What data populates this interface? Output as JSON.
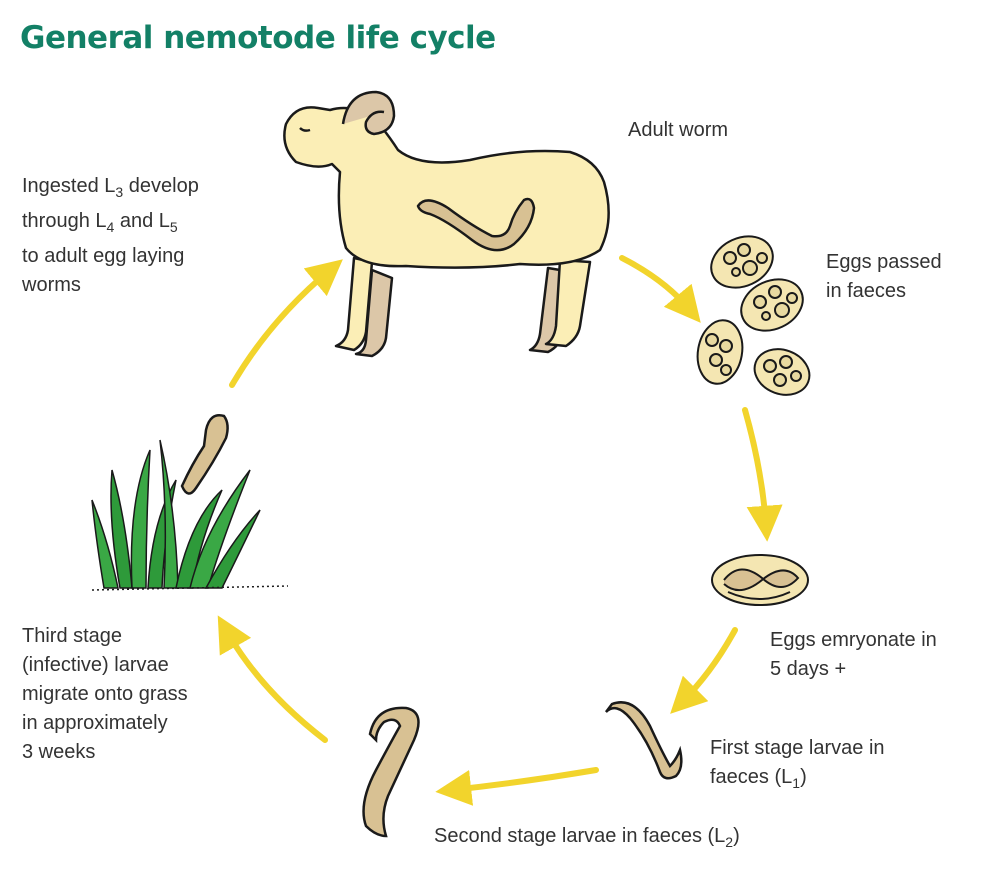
{
  "title": "General nemotode life cycle",
  "labels": {
    "adult": "Adult worm",
    "eggs_passed": [
      "Eggs passed",
      "in faeces"
    ],
    "embryonate": [
      "Eggs emryonate in",
      "5 days +"
    ],
    "first_stage": {
      "text": "First stage larvae in",
      "line2": "faeces (L",
      "sub": "1",
      "close": ")"
    },
    "second_stage": {
      "text": "Second stage larvae in faeces (L",
      "sub": "2",
      "close": ")"
    },
    "third_stage": [
      "Third stage",
      "(infective) larvae",
      "migrate onto grass",
      "in approximately",
      "3 weeks"
    ],
    "ingested": {
      "l1_a": "Ingested L",
      "l1_sub": "3",
      "l1_b": " develop",
      "l2_a": "through L",
      "l2_sub1": "4",
      "l2_b": " and L",
      "l2_sub2": "5",
      "l3": "to adult egg laying",
      "l4": "worms"
    }
  },
  "colors": {
    "title": "#138066",
    "arrow": "#f2d42c",
    "sheep": "#fbeeb6",
    "sheep_legs": "#dcc7a8",
    "worm": "#d8c193",
    "grass": "#2e9a3a",
    "egg": "#f4e6b2",
    "outline": "#1a1a1a"
  },
  "icons": [
    "sheep-icon",
    "egg-icon",
    "larva-icon",
    "grass-icon",
    "cycle-arrow-icon"
  ]
}
